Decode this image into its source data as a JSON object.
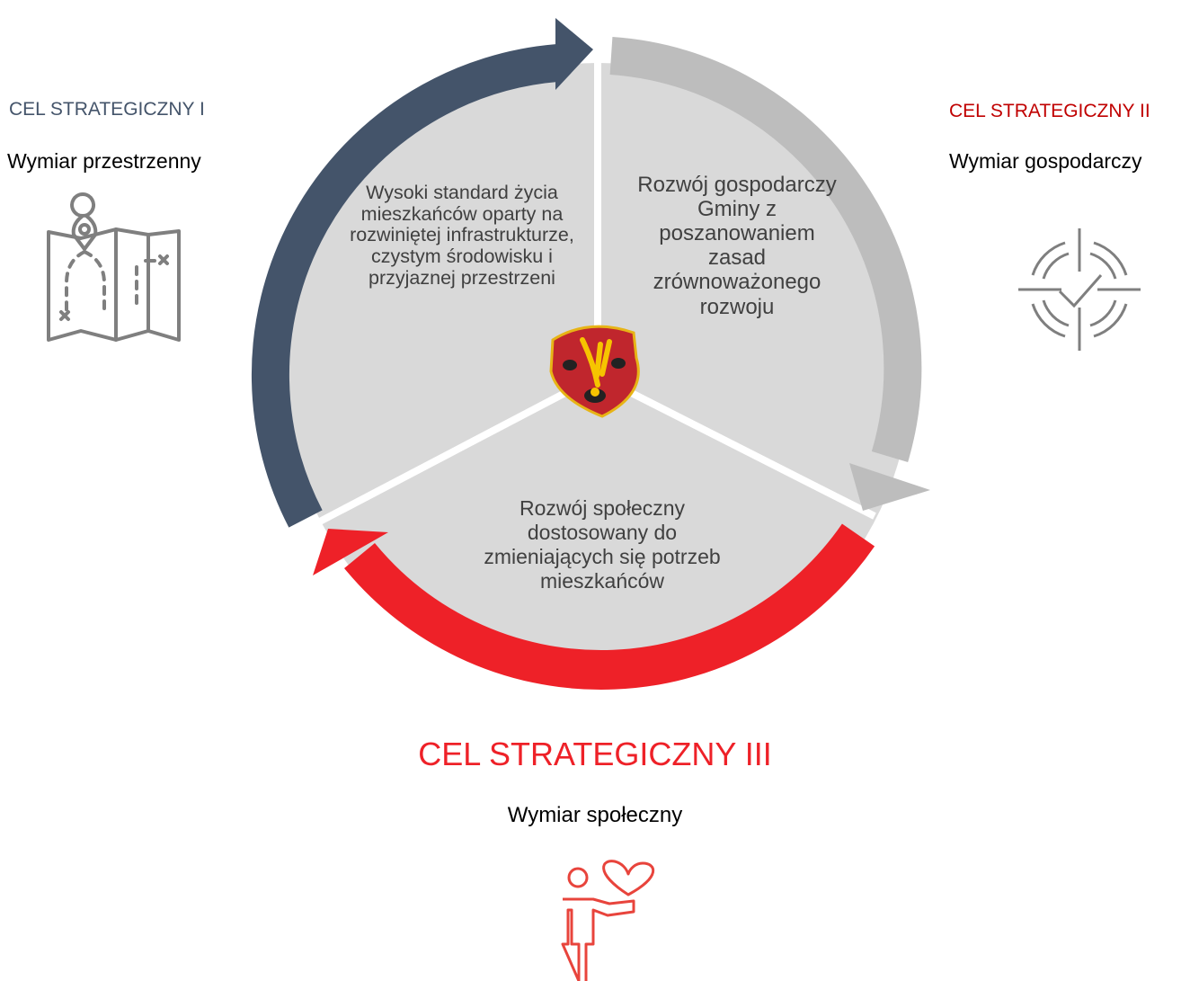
{
  "goals": {
    "g1": {
      "title": "CEL STRATEGICZNY I",
      "subtitle": "Wymiar przestrzenny",
      "icon": "map-icon",
      "color": "#44546A"
    },
    "g2": {
      "title": "CEL STRATEGICZNY II",
      "subtitle": "Wymiar gospodarczy",
      "icon": "target-check-icon",
      "color": "#C00000"
    },
    "g3": {
      "title": "CEL STRATEGICZNY III",
      "subtitle": "Wymiar społeczny",
      "icon": "person-heart-icon",
      "color": "#EE2128"
    }
  },
  "segments": {
    "s1": "Wysoki standard życia mieszkańców oparty na rozwiniętej infrastrukturze, czystym środowisku i  przyjaznej przestrzeni",
    "s2": "Rozwój gospodarczy Gminy z poszanowaniem zasad zrównoważonego rozwoju",
    "s3": "Rozwój społeczny dostosowany do zmieniających się potrzeb mieszkańców"
  },
  "center": {
    "icon": "coat-of-arms-icon"
  },
  "colors": {
    "arrow1": "#44546A",
    "arrow2": "#BDBDBD",
    "arrow3": "#EE2128",
    "pie": "#D9D9D9"
  }
}
